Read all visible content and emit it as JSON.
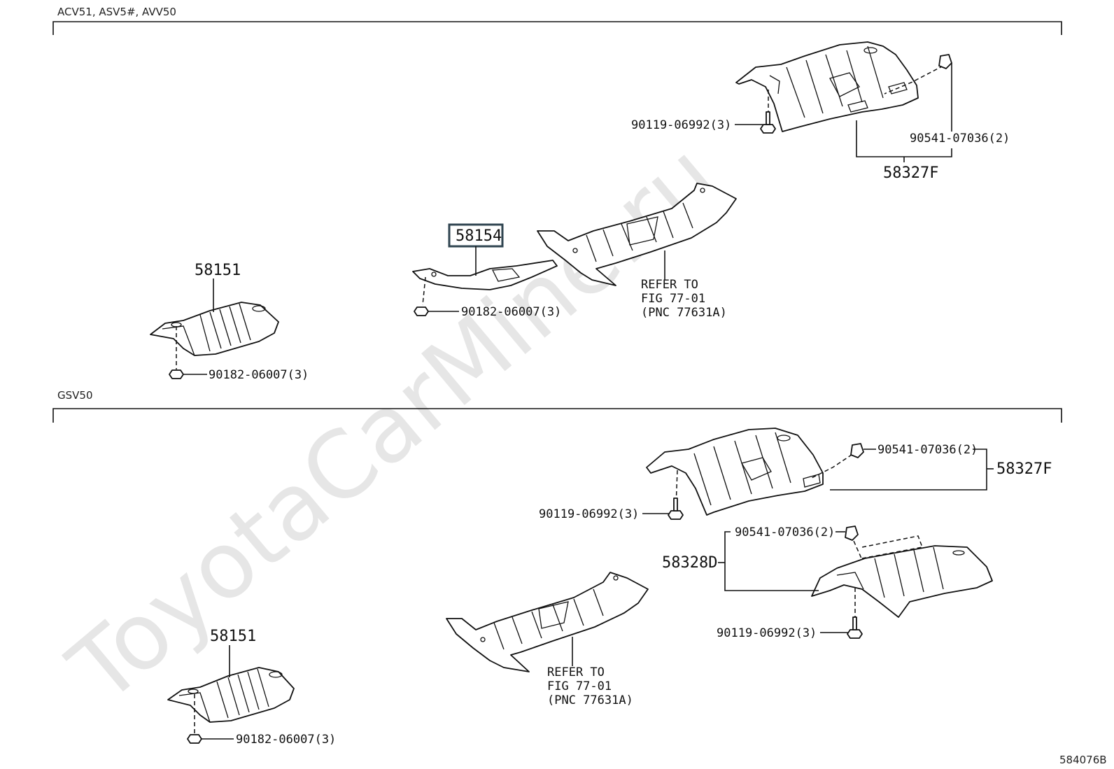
{
  "sections": [
    {
      "label": "ACV51, ASV5#, AVV50"
    },
    {
      "label": "GSV50"
    }
  ],
  "watermark": "ToyotaCarMine.ru",
  "figure_id": "584076B",
  "top": {
    "part_58151": "58151",
    "part_58154": "58154",
    "part_58327F": "58327F",
    "nut_58151": "90182-06007(3)",
    "nut_58154": "90182-06007(3)",
    "bolt_58327F": "90119-06992(3)",
    "clip_58327F": "90541-07036(2)",
    "refer": [
      "REFER TO",
      "FIG 77-01",
      "(PNC 77631A)"
    ]
  },
  "bottom": {
    "part_58151": "58151",
    "part_58327F": "58327F",
    "part_58328D": "58328D",
    "nut_58151": "90182-06007(3)",
    "bolt_58327F": "90119-06992(3)",
    "clip_58327F": "90541-07036(2)",
    "clip_58328D": "90541-07036(2)",
    "bolt_58328D": "90119-06992(3)",
    "refer": [
      "REFER TO",
      "FIG 77-01",
      "(PNC 77631A)"
    ]
  }
}
